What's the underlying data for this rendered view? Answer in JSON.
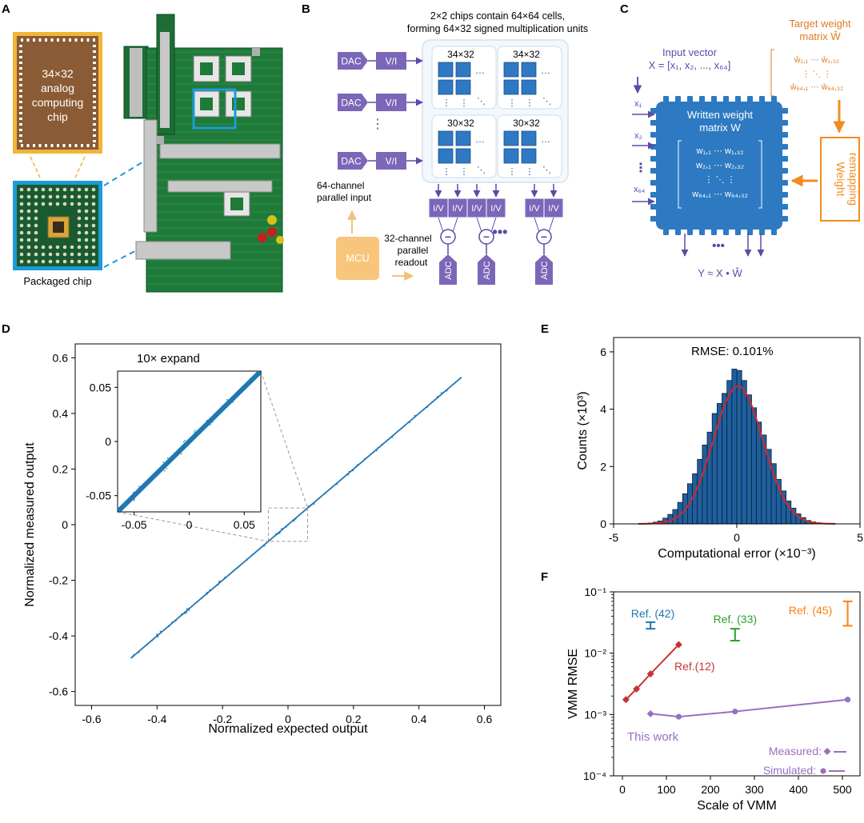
{
  "panels": {
    "A": {
      "label": "A",
      "chip_text": [
        "34×32",
        "analog",
        "computing",
        "chip"
      ],
      "packaged_label": "Packaged chip"
    },
    "B": {
      "label": "B",
      "title_lines": [
        "2×2 chips contain 64×64 cells,",
        "forming 64×32 signed multiplication units"
      ],
      "dac": "DAC",
      "vi": "V/I",
      "iv": "I/V",
      "adc": "ADC",
      "minus": "−",
      "mcu": "MCU",
      "sub_labels": [
        "34×32",
        "34×32",
        "30×32",
        "30×32"
      ],
      "input_label": [
        "64-channel",
        "parallel input"
      ],
      "readout_label": [
        "32-channel",
        "parallel",
        "readout"
      ]
    },
    "C": {
      "label": "C",
      "input_vector_title": "Input vector",
      "input_vector_eq": "X = [x₁, x₂, ..., x₆₄]",
      "x_labels": [
        "x₁",
        "x₂",
        "x₆₄"
      ],
      "target_title": [
        "Target weight",
        "matrix Ŵ"
      ],
      "target_rows": [
        "ŵ₁,₁ ⋯ ŵ₁,₃₂",
        "ŵ₆₄,₁ ⋯ ŵ₆₄,₃₂"
      ],
      "written_title": [
        "Written weight",
        "matrix W"
      ],
      "written_rows": [
        "w₁,₁ ⋯ w₁,₃₂",
        "w₂,₁ ⋯ w₂,₃₂",
        "w₆₄,₁ ⋯ w₆₄,₃₂"
      ],
      "remap_label": [
        "Weight",
        "remapping"
      ],
      "output_eq": "Y ≈ X • Ŵ"
    },
    "D": {
      "label": "D"
    },
    "E": {
      "label": "E"
    },
    "F": {
      "label": "F"
    }
  },
  "chart_data": [
    {
      "type": "scatter",
      "panel": "D",
      "xlabel": "Normalized expected output",
      "ylabel": "Normalized measured output",
      "xlim": [
        -0.65,
        0.65
      ],
      "ylim": [
        -0.65,
        0.65
      ],
      "xticks": [
        -0.6,
        -0.4,
        -0.2,
        0,
        0.2,
        0.4,
        0.6
      ],
      "yticks": [
        -0.6,
        -0.4,
        -0.2,
        0,
        0.2,
        0.4,
        0.6
      ],
      "x_tick_labels": [
        "-0.6",
        "-0.4",
        "-0.2",
        "0",
        "0.2",
        "0.4",
        "0.6"
      ],
      "y_tick_labels": [
        "-0.6",
        "-0.4",
        "-0.2",
        "0",
        "0.2",
        "0.4",
        "0.6"
      ],
      "data_range": [
        -0.48,
        0.53
      ],
      "color": "#1f77b4",
      "inset": {
        "title": "10× expand",
        "xlim": [
          -0.065,
          0.065
        ],
        "ylim": [
          -0.065,
          0.065
        ],
        "xticks": [
          -0.05,
          0,
          0.05
        ],
        "yticks": [
          -0.05,
          0,
          0.05
        ],
        "x_tick_labels": [
          "-0.05",
          "0",
          "0.05"
        ],
        "y_tick_labels": [
          "-0.05",
          "0",
          "0.05"
        ]
      }
    },
    {
      "type": "bar",
      "panel": "E",
      "xlabel": "Computational error (×10⁻³)",
      "ylabel": "Counts (×10³)",
      "xlim": [
        -5,
        5
      ],
      "ylim": [
        0,
        6.5
      ],
      "xticks": [
        -5,
        0,
        5
      ],
      "yticks": [
        0,
        2,
        4,
        6
      ],
      "x_tick_labels": [
        "-5",
        "0",
        "5"
      ],
      "y_tick_labels": [
        "0",
        "2",
        "4",
        "6"
      ],
      "annotation": "RMSE: 0.101%",
      "bar_color": "#1f5f9e",
      "fit_color": "#d62728",
      "fit": {
        "mean": 0.05,
        "sigma": 1.01,
        "peak": 4.8
      },
      "bin_width": 0.2,
      "bin_centers": [
        -3.5,
        -3.3,
        -3.1,
        -2.9,
        -2.7,
        -2.5,
        -2.3,
        -2.1,
        -1.9,
        -1.7,
        -1.5,
        -1.3,
        -1.1,
        -0.9,
        -0.7,
        -0.5,
        -0.3,
        -0.1,
        0.1,
        0.3,
        0.5,
        0.7,
        0.9,
        1.1,
        1.3,
        1.5,
        1.7,
        1.9,
        2.1,
        2.3,
        2.5,
        2.7,
        2.9,
        3.1,
        3.3,
        3.5
      ],
      "values": [
        0.03,
        0.06,
        0.1,
        0.2,
        0.33,
        0.5,
        0.75,
        1.05,
        1.4,
        1.75,
        2.25,
        2.75,
        3.2,
        3.85,
        4.2,
        4.55,
        5.0,
        5.4,
        5.35,
        5.0,
        4.5,
        4.05,
        3.55,
        3.1,
        2.6,
        2.1,
        1.55,
        1.15,
        0.8,
        0.55,
        0.35,
        0.22,
        0.12,
        0.07,
        0.04,
        0.02
      ]
    },
    {
      "type": "line",
      "panel": "F",
      "xlabel": "Scale of VMM",
      "ylabel": "VMM RMSE",
      "xlim": [
        -20,
        540
      ],
      "ylim_log10": [
        -4,
        -1
      ],
      "xticks": [
        0,
        100,
        200,
        300,
        400,
        500
      ],
      "x_tick_labels": [
        "0",
        "100",
        "200",
        "300",
        "400",
        "500"
      ],
      "y_tick_labels": [
        "10⁻⁴",
        "10⁻³",
        "10⁻²",
        "10⁻¹"
      ],
      "series": [
        {
          "name": "Ref.(12)",
          "color": "#c83232",
          "marker": "diamond",
          "x": [
            8,
            32,
            64,
            128
          ],
          "y": [
            0.00175,
            0.0026,
            0.0046,
            0.0138
          ]
        },
        {
          "name": "This work",
          "color": "#9b6fc0",
          "marker": "diamond",
          "x": [
            64,
            128,
            256,
            512
          ],
          "y": [
            0.00103,
            0.00092,
            0.00112,
            0.00175
          ]
        }
      ],
      "error_bars": [
        {
          "name": "Ref. (42)",
          "color": "#1f77b4",
          "x": 64,
          "low": 0.025,
          "high": 0.032
        },
        {
          "name": "Ref. (33)",
          "color": "#2ca02c",
          "x": 256,
          "low": 0.016,
          "high": 0.025
        },
        {
          "name": "Ref. (45)",
          "color": "#ff7f0e",
          "x": 512,
          "low": 0.028,
          "high": 0.07
        }
      ],
      "legend": {
        "measured": "Measured:",
        "simulated": "Simulated:",
        "position": "bottom-right"
      }
    }
  ]
}
